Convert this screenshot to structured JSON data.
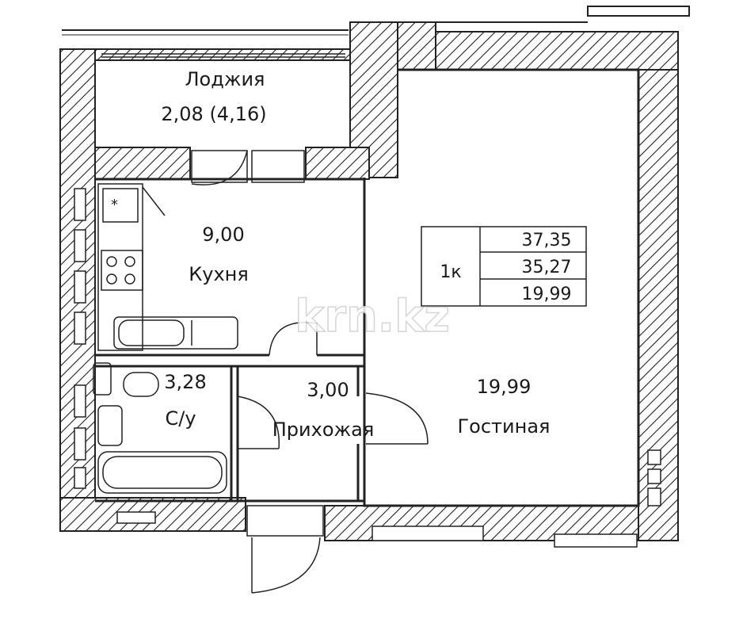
{
  "rooms": {
    "loggia": {
      "name": "Лоджия",
      "area": "2,08 (4,16)"
    },
    "kitchen": {
      "area": "9,00",
      "name": "Кухня"
    },
    "bathroom": {
      "area": "3,28",
      "name": "С/у"
    },
    "hallway": {
      "area": "3,00",
      "name": "Прихожая"
    },
    "living": {
      "area": "19,99",
      "name": "Гостиная"
    }
  },
  "summary": {
    "type": "1к",
    "total_area": "37,35",
    "area_no_loggia": "35,27",
    "living_area": "19,99"
  },
  "watermark": "krn.kz"
}
